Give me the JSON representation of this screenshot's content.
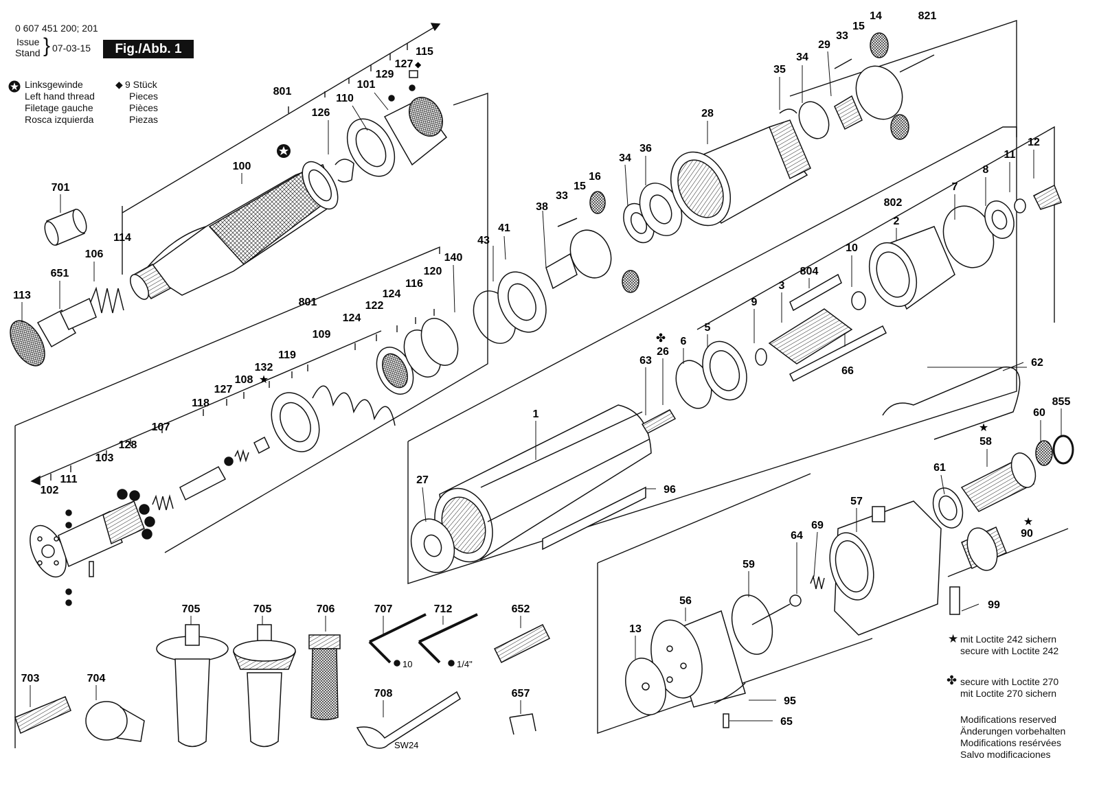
{
  "header": {
    "doc_number": "0 607 451 200; 201",
    "issue_label": "Issue",
    "stand_label": "Stand",
    "date": "07-03-15",
    "figure": "Fig./Abb. 1"
  },
  "legend": {
    "left_hand_thread": [
      "Linksgewinde",
      "Left hand thread",
      "Filetage gauche",
      "Rosca izquierda"
    ],
    "qty_nine": [
      "9 Stück",
      "Pieces",
      "Pièces",
      "Piezas"
    ]
  },
  "notes": {
    "loctite_242": [
      "mit Loctite 242 sichern",
      "secure with Loctite 242"
    ],
    "loctite_270": [
      "secure with Loctite 270",
      "mit Loctite 270 sichern"
    ],
    "modifications": [
      "Modifications reserved",
      "Änderungen vorbehalten",
      "Modifications resérvées",
      "Salvo modificaciones"
    ]
  },
  "tool_labels": {
    "hex10": "10",
    "hex14": "1/4\"",
    "wrench": "SW24"
  },
  "part_labels": [
    "801",
    "126",
    "110",
    "101",
    "129",
    "127",
    "115",
    "100",
    "114",
    "701",
    "106",
    "651",
    "113",
    "801",
    "140",
    "120",
    "116",
    "124",
    "122",
    "124",
    "109",
    "119",
    "132",
    "108",
    "127",
    "118",
    "107",
    "128",
    "103",
    "111",
    "102",
    "43",
    "41",
    "38",
    "33",
    "15",
    "16",
    "34",
    "36",
    "28",
    "35",
    "34",
    "29",
    "33",
    "15",
    "14",
    "821",
    "802",
    "2",
    "7",
    "8",
    "11",
    "12",
    "10",
    "804",
    "3",
    "9",
    "5",
    "6",
    "26",
    "63",
    "66",
    "62",
    "855",
    "60",
    "58",
    "61",
    "90",
    "57",
    "69",
    "64",
    "59",
    "56",
    "13",
    "95",
    "65",
    "99",
    "1",
    "27",
    "96",
    "705",
    "705",
    "706",
    "707",
    "712",
    "652",
    "708",
    "657",
    "703",
    "704"
  ]
}
